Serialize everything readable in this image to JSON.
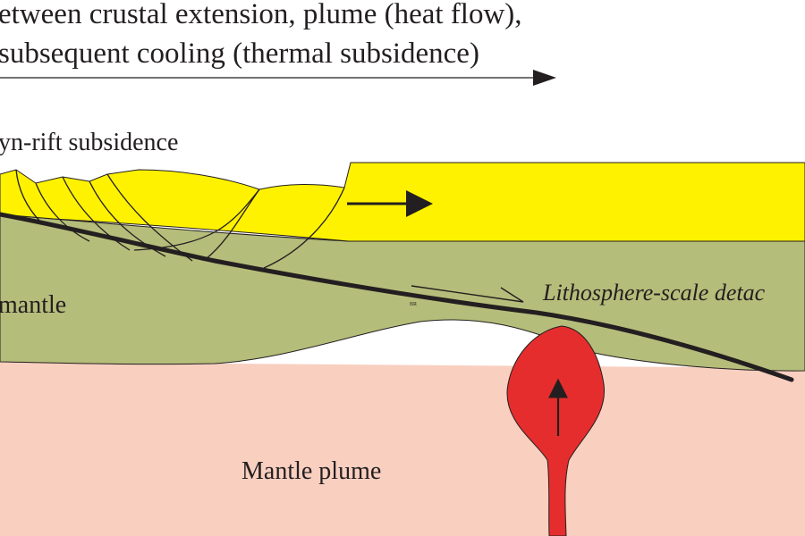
{
  "title": {
    "line1": "etween crustal extension, plume (heat flow),",
    "line2": "subsequent cooling (thermal subsidence)"
  },
  "labels": {
    "syn_rift": "yn-rift subsidence",
    "mantle": "mantle",
    "detachment": "Lithosphere-scale detac",
    "plume": "Mantle plume",
    "tiny_mark": "BR"
  },
  "colors": {
    "crust": "#fff200",
    "lithospheric_mantle": "#b5bd7a",
    "asthenosphere": "#f9cfc0",
    "plume": "#e52d2d",
    "line": "#231f20"
  }
}
